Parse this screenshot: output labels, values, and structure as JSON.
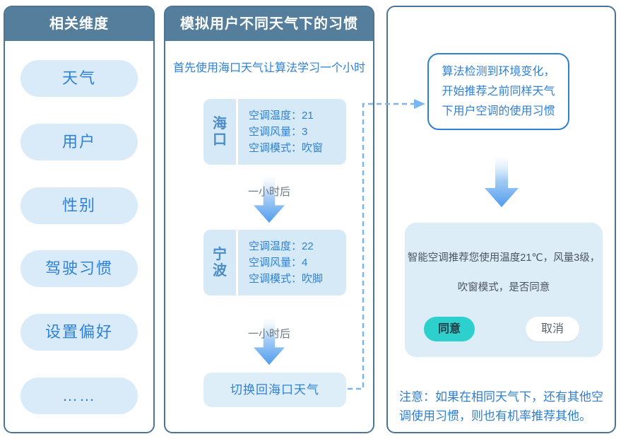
{
  "colors": {
    "header_bg": "#557e9d",
    "panel_border": "#4c7494",
    "pill_bg": "#d9eaf8",
    "primary_blue_text": "#2e81d6",
    "card_bg": "#d6e9f7",
    "arrow_blue": "#4f9cee",
    "dashed_line": "#7ab5f3",
    "bubble_border": "#2e7fd0",
    "recommendation_bg": "#dcedf8",
    "agree_button_bg": "#2dd0cd",
    "cancel_button_bg": "#ffffff"
  },
  "left_panel": {
    "title": "相关维度",
    "items": [
      "天气",
      "用户",
      "性别",
      "驾驶习惯",
      "设置偏好",
      "……"
    ]
  },
  "middle_panel": {
    "title": "模拟用户不同天气下的习惯",
    "intro": "首先使用海口天气让算法学习一个小时",
    "hour_label": "一小时后",
    "steps": [
      {
        "city": "海口",
        "rows": [
          "空调温度：21",
          "空调风量：3",
          "空调模式：吹窗"
        ]
      },
      {
        "city": "宁波",
        "rows": [
          "空调温度：22",
          "空调风量：4",
          "空调模式：吹脚"
        ]
      }
    ],
    "switch_label": "切换回海口天气"
  },
  "right_panel": {
    "bubble": "算法检测到环境变化，\n开始推荐之前同样天气\n下用户空调的使用习惯",
    "recommendation": {
      "line1": "智能空调推荐您使用温度21℃，风量3级，",
      "line2": "吹窗模式，是否同意",
      "agree_label": "同意",
      "cancel_label": "取消"
    },
    "note": "注意：如果在相同天气下，还有其他空调使用习惯，则也有机率推荐其他。"
  }
}
